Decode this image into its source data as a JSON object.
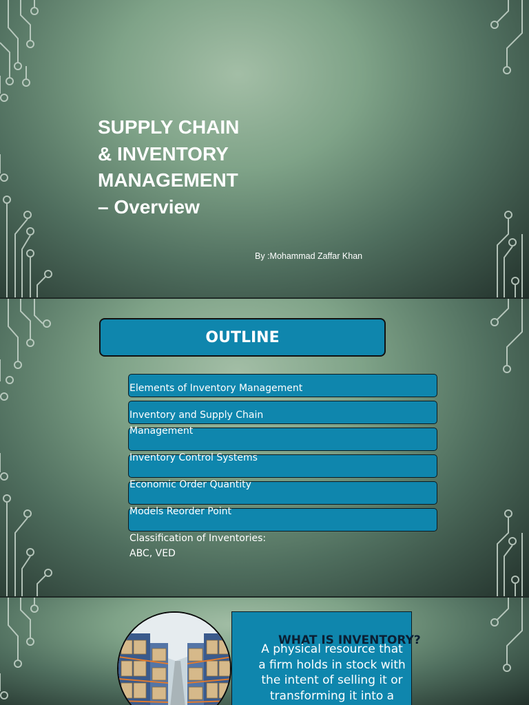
{
  "slide1": {
    "title_lines": [
      "SUPPLY CHAIN",
      "& INVENTORY",
      "MANAGEMENT",
      "– Overview"
    ],
    "author": "By :Mohammad Zaffar Khan"
  },
  "slide2": {
    "heading": "OUTLINE",
    "items": [
      "Elements of Inventory Management",
      "Inventory and Supply Chain",
      "Management",
      "Inventory Control Systems",
      "Economic Order Quantity",
      "Models Reorder Point",
      "Classification of Inventories:",
      "ABC, VED"
    ]
  },
  "slide3": {
    "heading": "WHAT IS INVENTORY?",
    "body_lines": [
      "A physical resource that",
      "a firm holds in stock with",
      "the intent of selling it or",
      "transforming it into a"
    ]
  },
  "colors": {
    "accent": "#0f86ad",
    "text_light": "#ffffff",
    "heading_dark": "#0b1f33"
  },
  "icons": [
    "circuit-decoration",
    "warehouse-photo"
  ]
}
